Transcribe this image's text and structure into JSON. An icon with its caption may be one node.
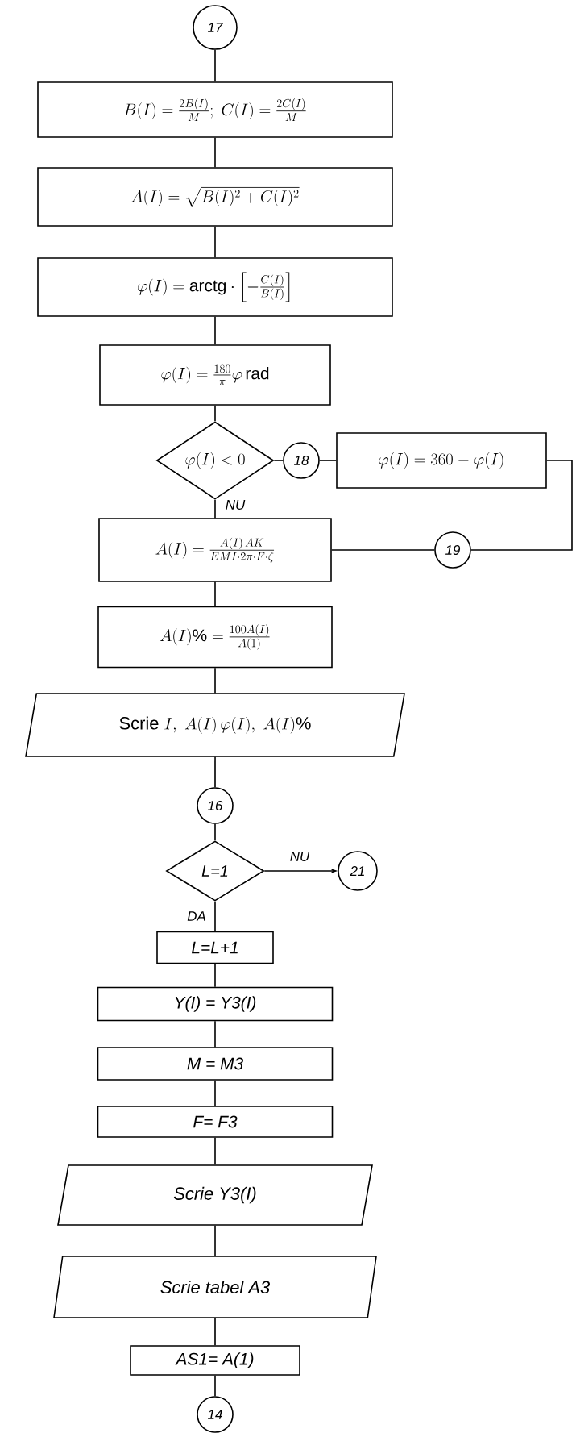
{
  "diagram": {
    "nodes": [
      {
        "text": [
          "17"
        ]
      },
      {
        "text": [
          "B(I)=\\frac{2B(I)}{M};\\ C(I)=\\frac{2C(I)}{M}"
        ]
      },
      {
        "text": [
          "A(I)=\\sqrt{B(I)^2+C(I)^2}"
        ]
      },
      {
        "text": [
          "\\varphi(I)=\\mathrm{arctg}\\cdot\\left[-\\frac{C(I)}{B(I)}\\right]"
        ]
      },
      {
        "text": [
          "\\varphi(I)=\\frac{180}{\\pi}\\varphi\\,\\mathrm{rad}"
        ]
      },
      {
        "text": [
          "\\varphi(I)<0"
        ]
      },
      {
        "text": [
          "18"
        ]
      },
      {
        "text": [
          "\\varphi(I)=360-\\varphi(I)"
        ]
      },
      {
        "text": [
          "A(I)=\\frac{A(I)\\,AK}{EMI\\cdot 2\\pi\\cdot F\\cdot\\zeta}"
        ]
      },
      {
        "text": [
          "19"
        ]
      },
      {
        "text": [
          "A(I)\\%=\\frac{100A(I)}{A(1)}"
        ]
      },
      {
        "text": [
          "\\mathrm{Scrie}\\ I,\\ A(I)\\,\\varphi(I),\\ A(I)\\%"
        ]
      },
      {
        "text": [
          "16"
        ]
      },
      {
        "text": [
          "L=1"
        ]
      },
      {
        "text": [
          "21"
        ]
      },
      {
        "text": [
          "L=L+1"
        ]
      },
      {
        "text": [
          "Y(I) = Y3(I)"
        ]
      },
      {
        "text": [
          "M = M3"
        ]
      },
      {
        "text": [
          "F= F3"
        ]
      },
      {
        "text": [
          "Scrie Y3(I)"
        ]
      },
      {
        "text": [
          "Scrie tabel A3"
        ]
      },
      {
        "text": [
          "AS1= A(1)"
        ]
      },
      {
        "text": [
          "14"
        ]
      }
    ],
    "edges": [
      {
        "from": 0,
        "to": 1,
        "arrow": "none"
      },
      {
        "from": 1,
        "to": 2,
        "arrow": "none"
      },
      {
        "from": 2,
        "to": 3,
        "arrow": "none"
      },
      {
        "from": 3,
        "to": 4,
        "arrow": "none"
      },
      {
        "from": 4,
        "to": 5,
        "arrow": "none"
      },
      {
        "from": 5,
        "to": 6,
        "arrow": "none"
      },
      {
        "from": 6,
        "to": 7,
        "arrow": "none"
      },
      {
        "from": 7,
        "to": 9,
        "arrow": "none"
      },
      {
        "from": 9,
        "to": 8,
        "arrow": "none"
      },
      {
        "from": 5,
        "to": 8,
        "label": "NU",
        "arrow": "none"
      },
      {
        "from": 8,
        "to": 10,
        "arrow": "none"
      },
      {
        "from": 10,
        "to": 11,
        "arrow": "none"
      },
      {
        "from": 11,
        "to": 12,
        "arrow": "none"
      },
      {
        "from": 12,
        "to": 13,
        "arrow": "none"
      },
      {
        "from": 13,
        "to": 14,
        "label": "NU",
        "arrow": "to"
      },
      {
        "from": 13,
        "to": 15,
        "label": "DA",
        "arrow": "none"
      },
      {
        "from": 15,
        "to": 16,
        "arrow": "none"
      },
      {
        "from": 16,
        "to": 17,
        "arrow": "none"
      },
      {
        "from": 17,
        "to": 18,
        "arrow": "none"
      },
      {
        "from": 18,
        "to": 19,
        "arrow": "none"
      },
      {
        "from": 19,
        "to": 20,
        "arrow": "none"
      },
      {
        "from": 20,
        "to": 21,
        "arrow": "none"
      },
      {
        "from": 21,
        "to": 22,
        "arrow": "none"
      }
    ]
  }
}
